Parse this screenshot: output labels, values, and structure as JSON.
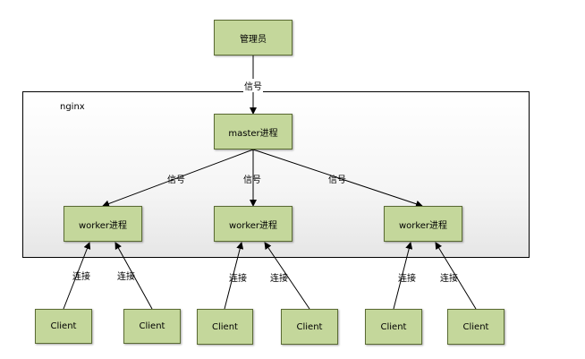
{
  "admin": "管理员",
  "container": "nginx",
  "master": "master进程",
  "workers": [
    "worker进程",
    "worker进程",
    "worker进程"
  ],
  "signal_admin": "信号",
  "signals": [
    "信号",
    "信号",
    "信号"
  ],
  "connections": [
    "连接",
    "连接",
    "连接",
    "连接",
    "连接",
    "连接"
  ],
  "clients": [
    "Client",
    "Client",
    "Client",
    "Client",
    "Client",
    "Client"
  ],
  "colors": {
    "node_fill": "#c4d79b",
    "node_border": "#5a6b33"
  }
}
